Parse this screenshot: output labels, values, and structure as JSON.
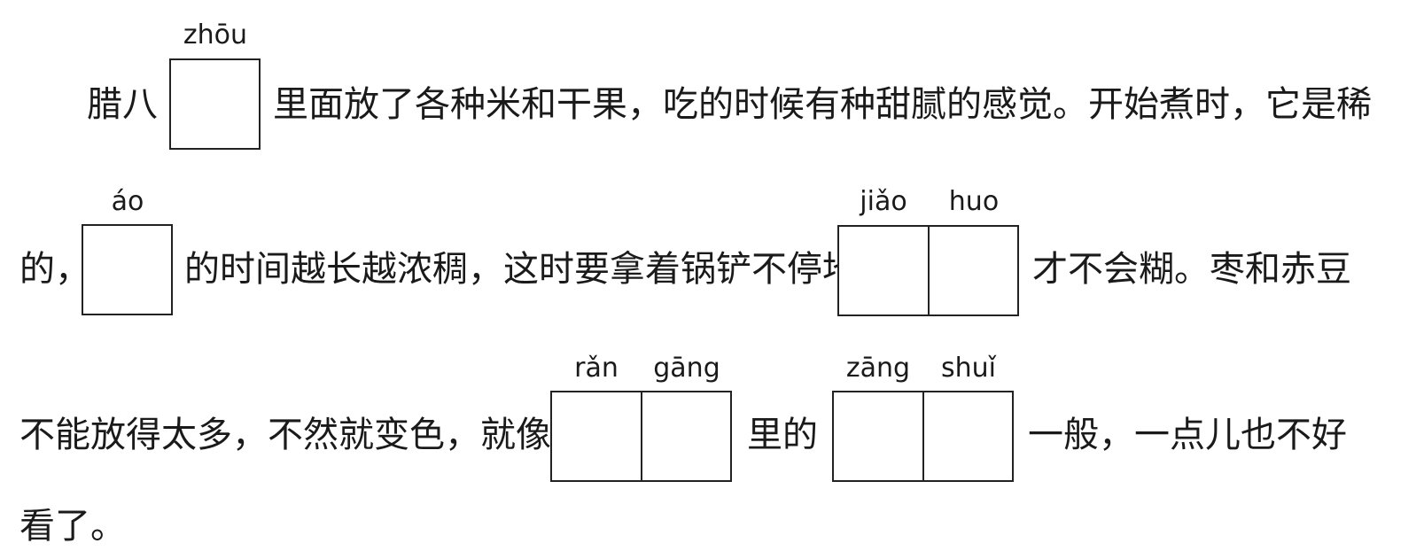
{
  "line1": {
    "prefix": "腊八",
    "suffix": "里面放了各种米和干果，吃的时候有种甜腻的感觉。开始煮时，它是稀",
    "pinyin1": "zhōu"
  },
  "line2": {
    "prefix": "的，",
    "middle": "的时间越长越浓稠，这时要拿着锅铲不停地",
    "suffix": "才不会糊。枣和赤豆",
    "pinyin1": "áo",
    "pinyin2a": "jiǎo",
    "pinyin2b": "huo"
  },
  "line3": {
    "prefix": "不能放得太多，不然就变色，就像",
    "middle": "里的",
    "suffix": "一般，一点儿也不好",
    "pinyin1a": "rǎn",
    "pinyin1b": "gāng",
    "pinyin2a": "zāng",
    "pinyin2b": "shuǐ"
  },
  "line4": {
    "text": "看了。"
  }
}
